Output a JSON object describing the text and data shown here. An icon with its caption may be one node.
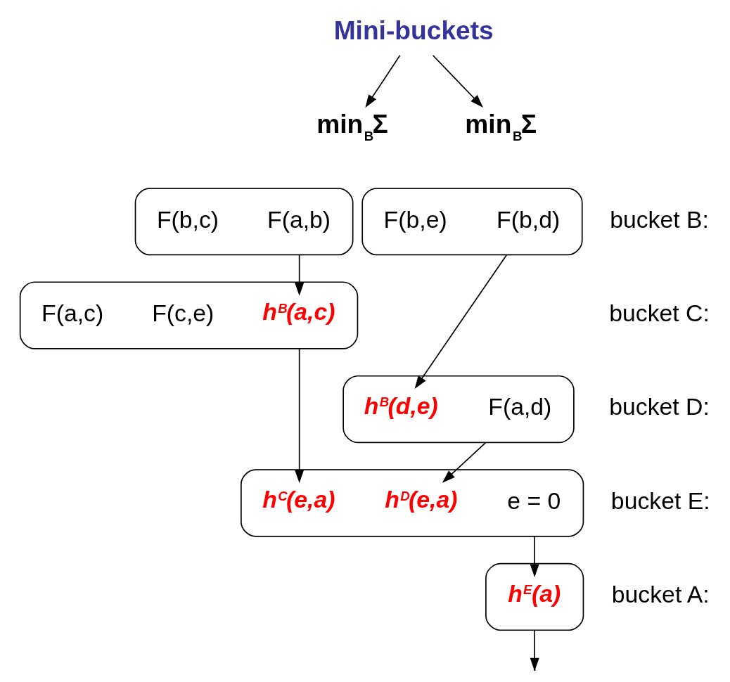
{
  "diagram": {
    "nodes": [
      {
        "text": [
          "Mini-buckets"
        ]
      },
      {
        "text": [
          "min$_{B}$Σ"
        ]
      },
      {
        "text": [
          "min$_{B}$Σ"
        ]
      },
      {
        "text": [],
        "shape": "brace"
      },
      {
        "text": [
          "F(a,b)"
        ],
        "in": 3
      },
      {
        "text": [
          "F(b,c)"
        ],
        "in": 3
      },
      {
        "text": [],
        "shape": "brace"
      },
      {
        "text": [
          "F(b,d)"
        ],
        "in": 6
      },
      {
        "text": [
          "F(b,e)"
        ],
        "in": 6
      },
      {
        "text": [],
        "shape": "brace"
      },
      {
        "text": [
          "h$^{B}$(a,c)"
        ],
        "in": 9
      },
      {
        "text": [
          "F(c,e)"
        ],
        "in": 9
      },
      {
        "text": [
          "F(a,c)"
        ],
        "in": 9
      },
      {
        "text": [],
        "shape": "brace"
      },
      {
        "text": [
          "F(a,d)"
        ],
        "in": 13
      },
      {
        "text": [
          "h$^{B}$(d,e)"
        ],
        "in": 13
      },
      {
        "text": [],
        "shape": "brace"
      },
      {
        "text": [
          "e = 0"
        ],
        "in": 16
      },
      {
        "text": [
          "h$^{C}$(e,a)"
        ],
        "in": 16
      },
      {
        "text": [
          "h$^{D}$(e,a)"
        ],
        "in": 16
      },
      {
        "text": [],
        "shape": "brace"
      },
      {
        "text": [
          "h$^{E}$(a)"
        ],
        "in": 20
      }
    ],
    "edges": [
      {
        "from": 0,
        "to": 1,
        "arrow": "to"
      },
      {
        "from": 0,
        "to": 2,
        "arrow": "to"
      },
      {
        "from": 3,
        "to": 10,
        "arrow": "to"
      },
      {
        "from": 6,
        "to": 15,
        "arrow": "to"
      },
      {
        "from": 9,
        "to": 18,
        "arrow": "to"
      },
      {
        "from": 13,
        "to": 19,
        "arrow": "to"
      },
      {
        "from": 16,
        "to": 21,
        "arrow": "to"
      },
      {
        "from": 20,
        "to": null,
        "arrow": "to"
      }
    ],
    "labels": [
      "bucket B:",
      "bucket C:",
      "bucket D:",
      "bucket E:",
      "bucket A:"
    ]
  }
}
